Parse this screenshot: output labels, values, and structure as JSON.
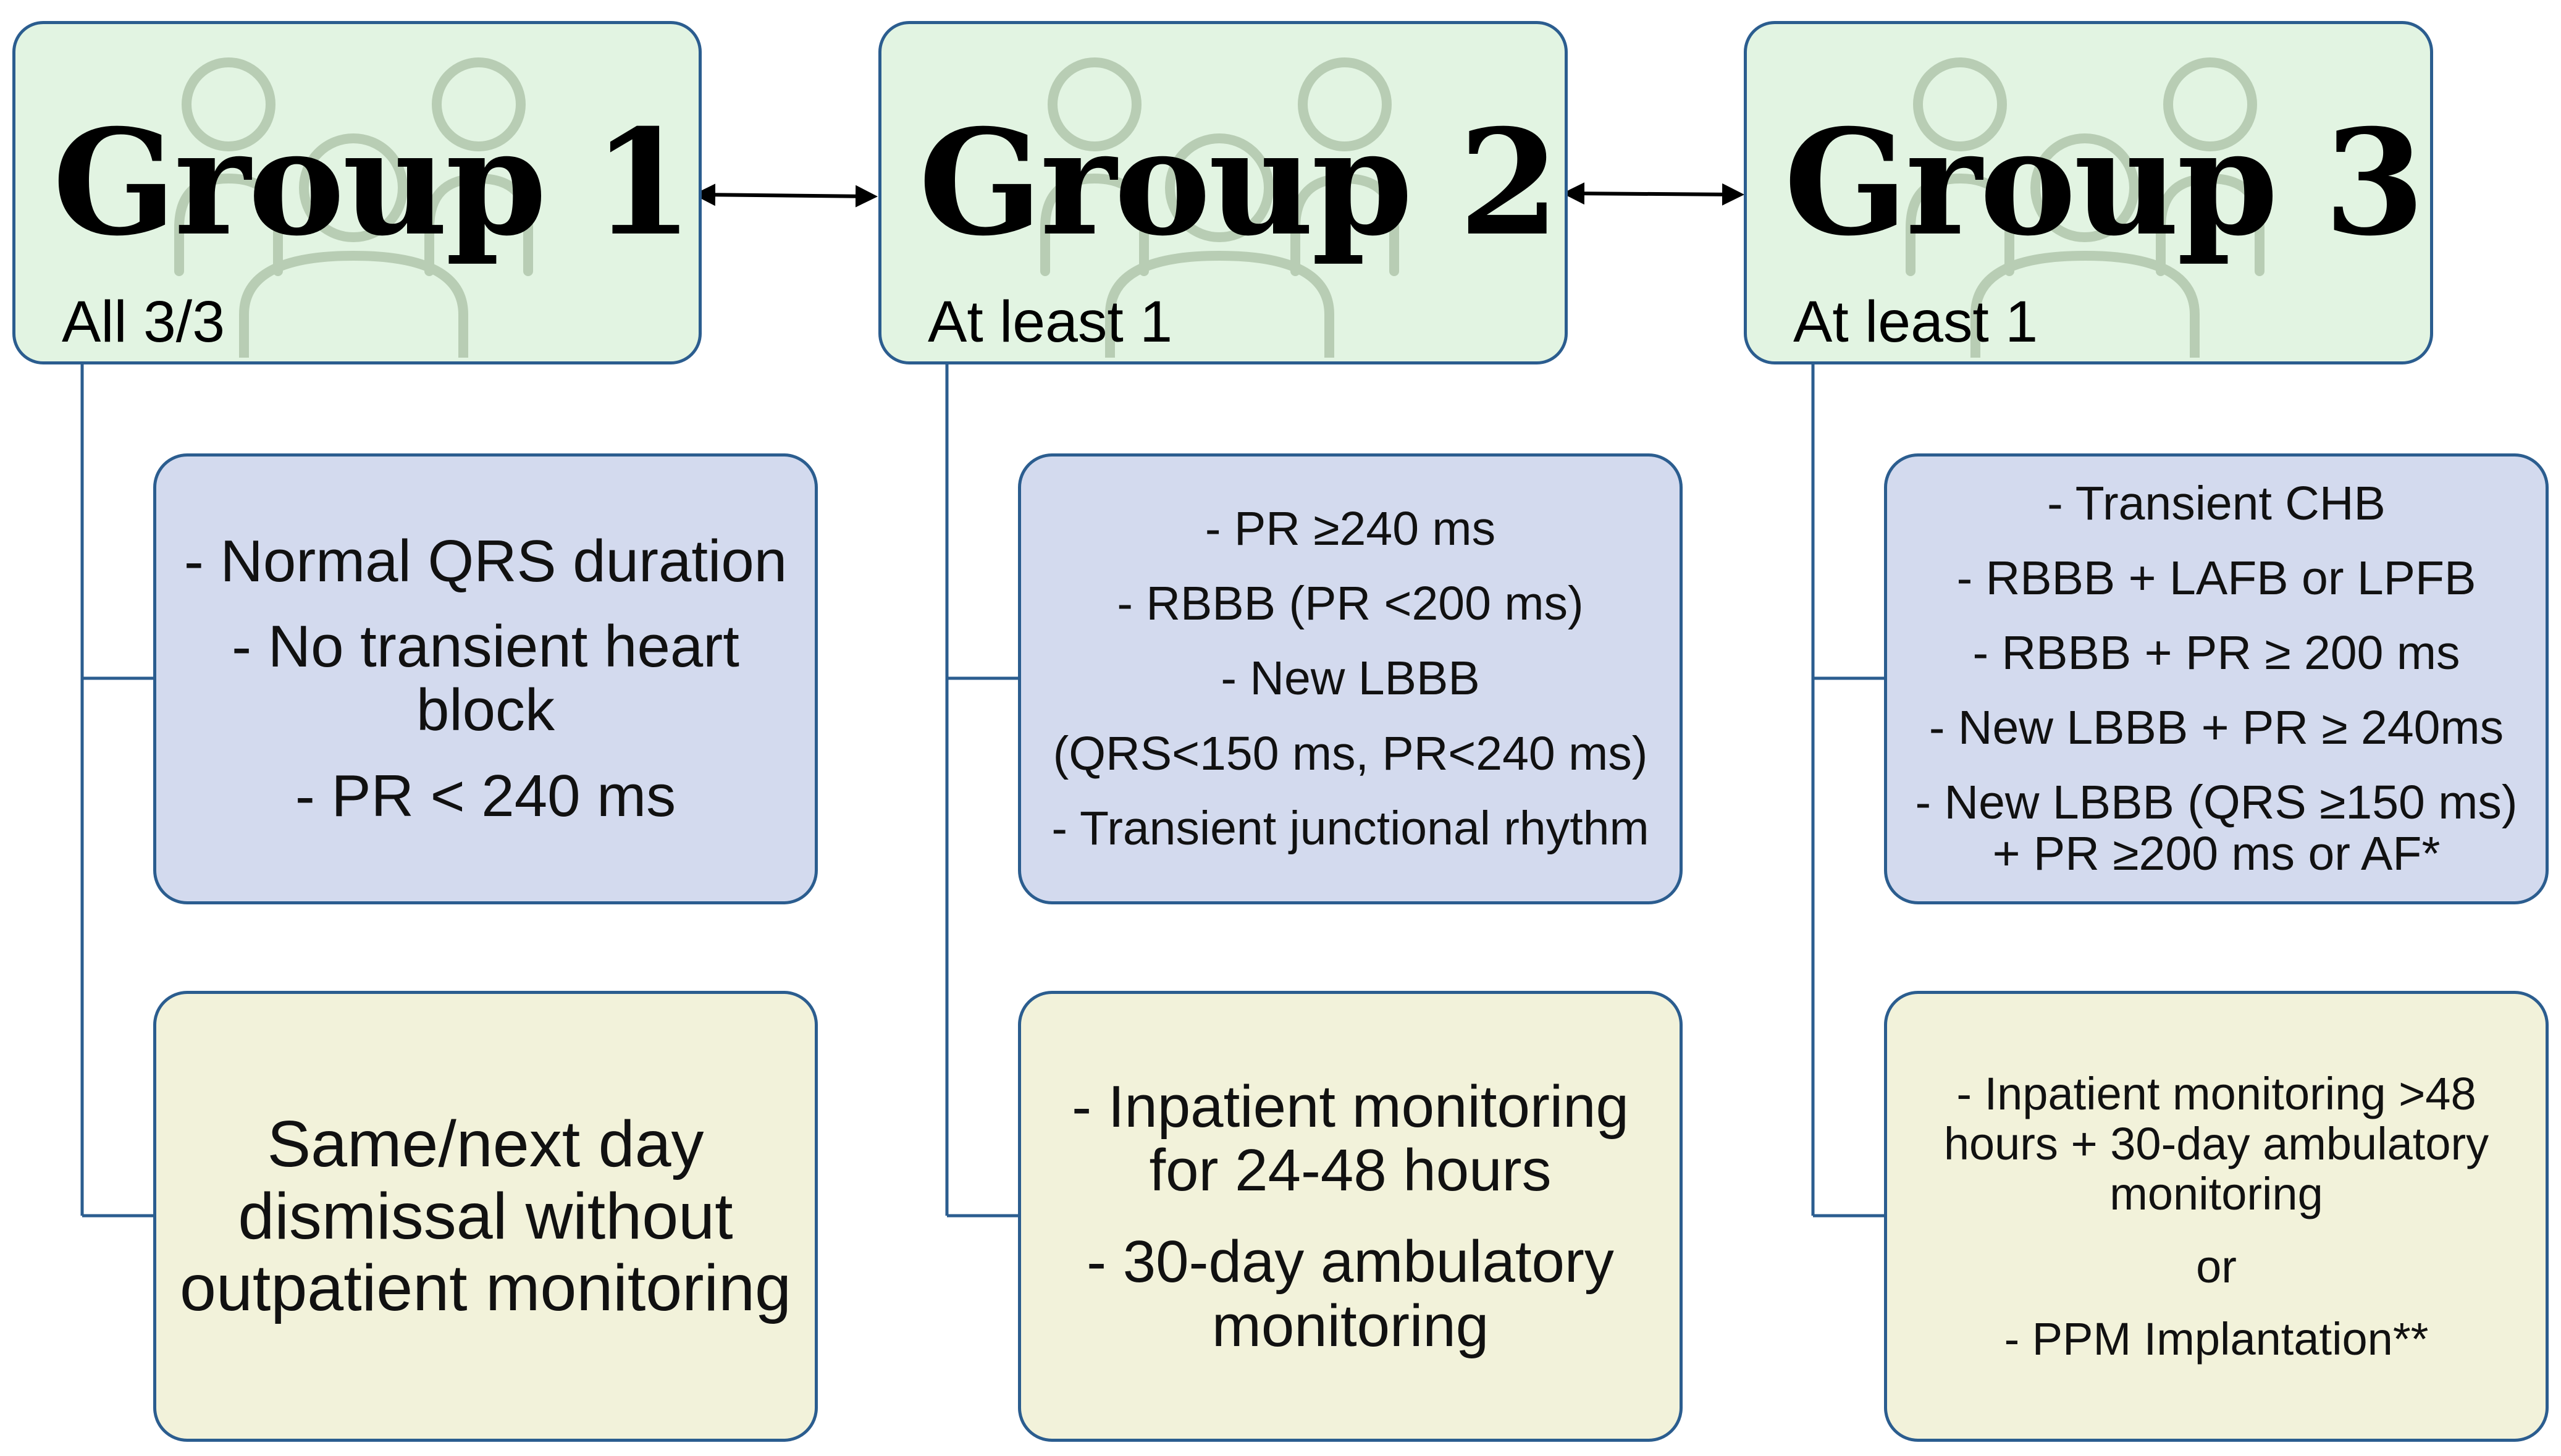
{
  "groups": [
    {
      "title": "Group 1",
      "subtitle": "All 3/3",
      "criteria": [
        "- Normal QRS duration",
        "- No transient heart block",
        "- PR < 240 ms"
      ],
      "actions": [
        "Same/next day dismissal without outpatient monitoring"
      ]
    },
    {
      "title": "Group 2",
      "subtitle": "At least 1",
      "criteria": [
        "- PR ≥240 ms",
        "- RBBB (PR <200 ms)",
        "- New LBBB",
        "(QRS<150 ms, PR<240 ms)",
        "- Transient junctional rhythm"
      ],
      "actions": [
        "- Inpatient monitoring for 24-48 hours",
        "- 30-day ambulatory monitoring"
      ]
    },
    {
      "title": "Group 3",
      "subtitle": "At least 1",
      "criteria": [
        "- Transient CHB",
        "- RBBB + LAFB or LPFB",
        "- RBBB + PR ≥ 200 ms",
        "- New LBBB + PR ≥ 240ms",
        "- New LBBB (QRS ≥150 ms) + PR ≥200 ms or AF*"
      ],
      "actions": [
        "- Inpatient monitoring >48 hours + 30-day ambulatory monitoring",
        "or",
        "- PPM Implantation**"
      ]
    }
  ],
  "colors": {
    "header_fill": "#e2f4e2",
    "criteria_fill": "#d3daee",
    "action_fill": "#f2f2da",
    "border": "#2b5d8f",
    "people_icon": "#b8cdb4",
    "arrow": "#000000"
  },
  "icons": {
    "header_watermark": "people-group-icon",
    "between_groups": "double-arrow-icon"
  }
}
